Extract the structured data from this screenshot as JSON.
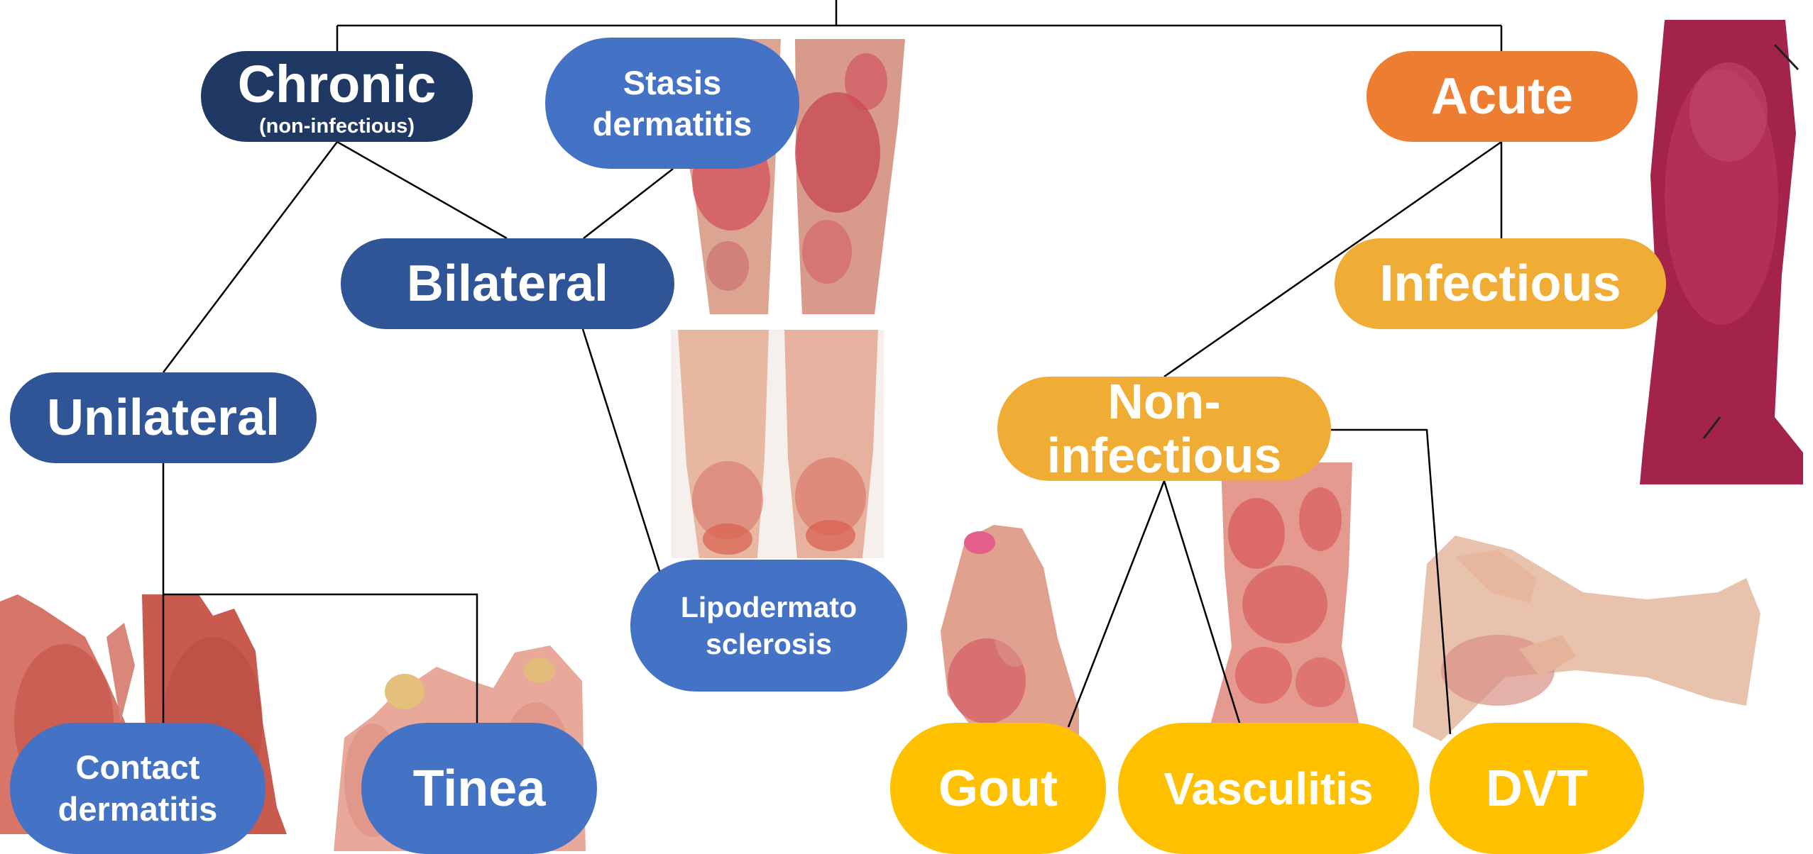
{
  "diagram": {
    "nodes": {
      "chronic": {
        "label": "Chronic",
        "sublabel": "(non-infectious)",
        "color": "#203864"
      },
      "stasis_dermatitis": {
        "line1": "Stasis",
        "line2": "dermatitis",
        "color": "#4472c4"
      },
      "bilateral": {
        "label": "Bilateral",
        "color": "#2f5597"
      },
      "unilateral": {
        "label": "Unilateral",
        "color": "#2f5597"
      },
      "lipodermatosclerosis": {
        "line1": "Lipodermato",
        "line2": "sclerosis",
        "color": "#4472c4"
      },
      "contact_dermatitis": {
        "line1": "Contact",
        "line2": "dermatitis",
        "color": "#4472c4"
      },
      "tinea": {
        "label": "Tinea",
        "color": "#4472c4"
      },
      "acute": {
        "label": "Acute",
        "color": "#ed7d31"
      },
      "infectious": {
        "label": "Infectious",
        "color": "#f0ad35"
      },
      "non_infectious": {
        "line1": "Non-",
        "line2": "infectious",
        "color": "#f0ad35"
      },
      "gout": {
        "label": "Gout",
        "color": "#ffc000"
      },
      "vasculitis": {
        "label": "Vasculitis",
        "color": "#ffc000"
      },
      "dvt": {
        "label": "DVT",
        "color": "#ffc000"
      }
    },
    "photos": [
      "stasis-dermatitis-legs-photo",
      "lipodermatosclerosis-legs-photo",
      "cellulitis-leg-photo",
      "contact-dermatitis-hands-photo",
      "tinea-toes-photo",
      "gout-foot-photo",
      "vasculitis-ankle-photo",
      "dvt-leg-photo"
    ],
    "connector_color": "#000000"
  }
}
